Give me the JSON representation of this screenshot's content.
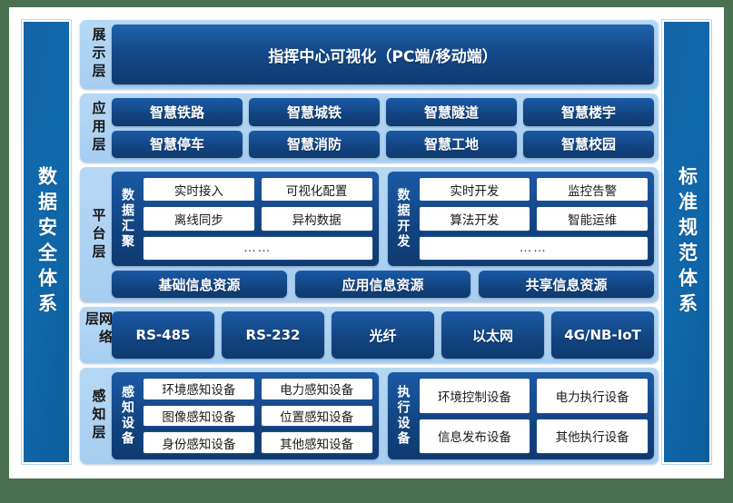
{
  "side_bars": {
    "left": {
      "label": "数据安全体系"
    },
    "right": {
      "label": "标准规范体系"
    }
  },
  "layers": {
    "display": {
      "label": "展示层",
      "banner": "指挥中心可视化（PC端/移动端）"
    },
    "application": {
      "label": "应用层",
      "row1": [
        "智慧铁路",
        "智慧城铁",
        "智慧隧道",
        "智慧楼宇"
      ],
      "row2": [
        "智慧停车",
        "智慧消防",
        "智慧工地",
        "智慧校园"
      ]
    },
    "platform": {
      "label": "平台层",
      "panels": [
        {
          "title": "数据汇聚",
          "row1": [
            "实时接入",
            "可视化配置"
          ],
          "row2": [
            "离线同步",
            "异构数据"
          ],
          "row3": "……"
        },
        {
          "title": "数据开发",
          "row1": [
            "实时开发",
            "监控告警"
          ],
          "row2": [
            "算法开发",
            "智能运维"
          ],
          "row3": "……"
        }
      ],
      "resources": [
        "基础信息资源",
        "应用信息资源",
        "共享信息资源"
      ]
    },
    "network": {
      "label": "网络层",
      "items": [
        "RS-485",
        "RS-232",
        "光纤",
        "以太网",
        "4G/NB-IoT"
      ]
    },
    "sensing": {
      "label": "感知层",
      "panels": [
        {
          "title": "感知设备",
          "row1": [
            "环境感知设备",
            "电力感知设备"
          ],
          "row2": [
            "图像感知设备",
            "位置感知设备"
          ],
          "row3": [
            "身份感知设备",
            "其他感知设备"
          ]
        },
        {
          "title": "执行设备",
          "row1": [
            "环境控制设备",
            "电力执行设备"
          ],
          "row2": [
            "信息发布设备",
            "其他执行设备"
          ]
        }
      ]
    }
  },
  "colors": {
    "page_background": "#4a7050",
    "canvas": "#ffffff",
    "side_bar_blue": "#1069ad",
    "layer_panel_blue": "#aed2f2",
    "box_dark_blue": "#12437f",
    "box_white": "#ffffff",
    "text_on_dark": "#ffffff",
    "text_on_light": "#161616"
  }
}
